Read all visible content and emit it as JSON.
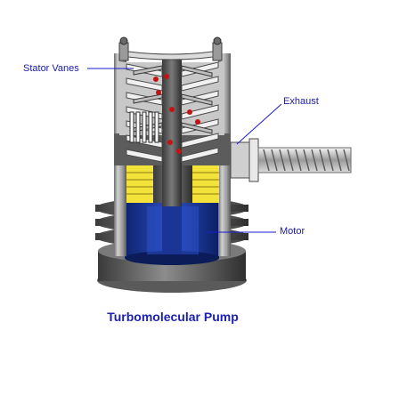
{
  "labels": {
    "stator_vanes": "Stator Vanes",
    "exhaust": "Exhaust",
    "motor": "Motor"
  },
  "caption": "Turbomolecular Pump",
  "colors": {
    "label_text": "#1a1aa8",
    "caption_text": "#1c21b4",
    "leader_line": "#1a1ad0",
    "housing_gray": "#8a8a8a",
    "base_dark": "#4a4a4a",
    "motor_blue": "#1c3c9c",
    "coil_yellow": "#f2e23a",
    "bearing_red": "#c21414",
    "vane_light": "#e6e6e6"
  },
  "icons": {
    "pump_body": "pump-cutaway-illustration",
    "exhaust_pipe": "corrugated-hose-icon"
  }
}
